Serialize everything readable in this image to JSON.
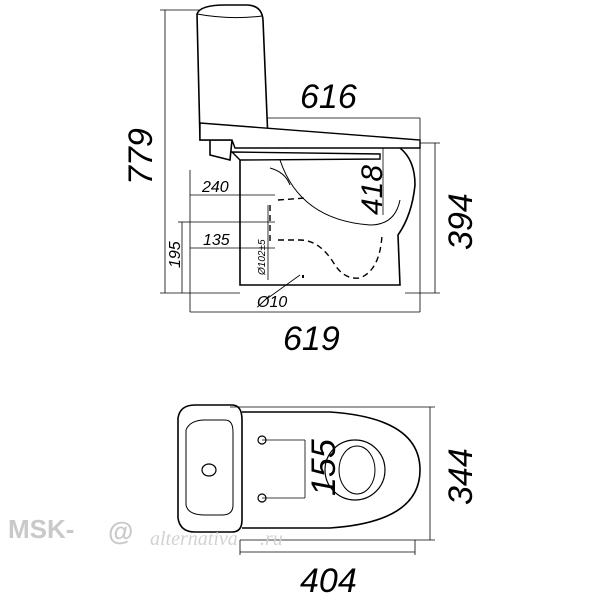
{
  "diagram": {
    "side_view": {
      "dimensions": {
        "height_total": "779",
        "length_top": "616",
        "height_bowl": "394",
        "inner_height": "418",
        "offset_240": "240",
        "offset_135": "135",
        "outlet_height": "195",
        "outlet_dia": "Ø102±5",
        "bolt_dia": "Ø10",
        "length_base": "619"
      }
    },
    "top_view": {
      "dimensions": {
        "hole_spacing": "155",
        "width": "344",
        "length": "404"
      }
    }
  },
  "watermark": {
    "brand": "MSK-",
    "script": "alternativa",
    "suffix": ".ru"
  }
}
